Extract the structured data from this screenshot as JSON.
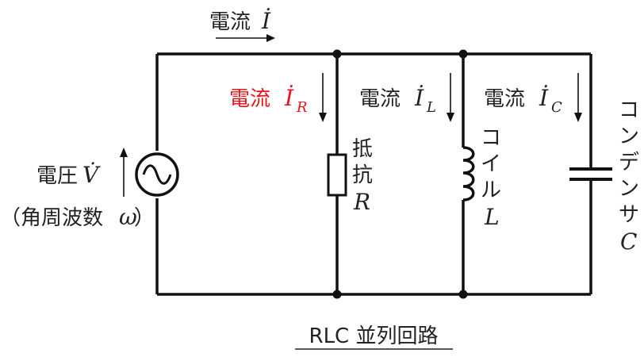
{
  "labels": {
    "total_current": "電流",
    "total_current_symbol": "İ",
    "ir_current": "電流",
    "ir_symbol": "İ",
    "ir_sub": "R",
    "il_current": "電流",
    "il_symbol": "İ",
    "il_sub": "L",
    "ic_current": "電流",
    "ic_symbol": "İ",
    "ic_sub": "C",
    "voltage": "電圧",
    "voltage_symbol": "V̇",
    "angular_frequency": "（角周波数",
    "omega": "ω",
    "angular_frequency_close": "）",
    "resistor_1": "抵",
    "resistor_2": "抗",
    "resistor_symbol": "R",
    "inductor_1": "コ",
    "inductor_2": "イ",
    "inductor_3": "ル",
    "inductor_symbol": "L",
    "capacitor_1": "コ",
    "capacitor_2": "ン",
    "capacitor_3": "デ",
    "capacitor_4": "ン",
    "capacitor_5": "サ",
    "capacitor_symbol": "C",
    "caption": "RLC 並列回路"
  },
  "colors": {
    "wire": "#111111",
    "highlight": "#e8141c"
  }
}
